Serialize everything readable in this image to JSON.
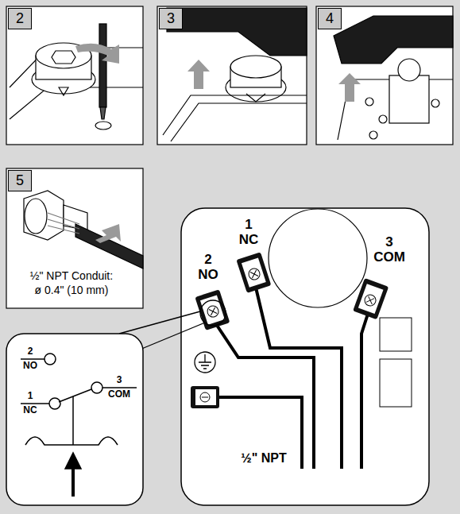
{
  "diagram": {
    "nodes": [
      {
        "text": [
          "2"
        ]
      },
      {
        "text": [
          "3"
        ]
      },
      {
        "text": [
          "4"
        ]
      },
      {
        "text": [
          "5"
        ]
      }
    ],
    "labels": [
      "½\" NPT Conduit:",
      "ø 0.4\" (10 mm)",
      "2",
      "NO",
      "1",
      "NC",
      "3",
      "COM",
      "½\" NPT",
      "2",
      "NO",
      "1",
      "NC",
      "3",
      "COM"
    ]
  }
}
